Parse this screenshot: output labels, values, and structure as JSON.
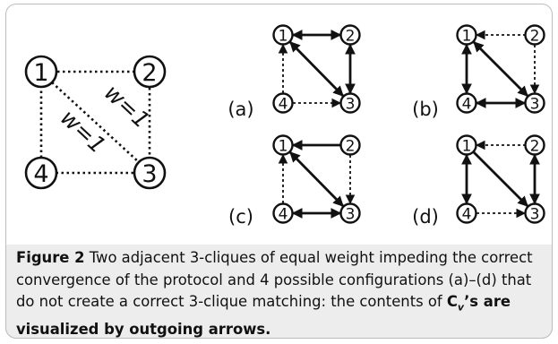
{
  "main_graph": {
    "nodes": [
      "1",
      "2",
      "3",
      "4"
    ],
    "edge_label_left": "w=1",
    "edge_label_right": "w=1"
  },
  "panels": [
    {
      "label": "(a)",
      "nodes": [
        "1",
        "2",
        "3",
        "4"
      ]
    },
    {
      "label": "(b)",
      "nodes": [
        "1",
        "2",
        "3",
        "4"
      ]
    },
    {
      "label": "(c)",
      "nodes": [
        "1",
        "2",
        "3",
        "4"
      ]
    },
    {
      "label": "(d)",
      "nodes": [
        "1",
        "2",
        "3",
        "4"
      ]
    }
  ],
  "caption": {
    "figure_label": "Figure 2",
    "text_part1": " Two adjacent 3-cliques of equal weight impeding the correct convergence of the protocol and 4 possible configurations (a)–(d) that do not create a correct 3-clique matching: the contents of ",
    "symbol": "C",
    "subscript": "v",
    "text_part2": "’s are visualized by outgoing arrows."
  },
  "colors": {
    "border": "#bcbcbc",
    "caption_band": "#ededed",
    "ink": "#111111"
  }
}
